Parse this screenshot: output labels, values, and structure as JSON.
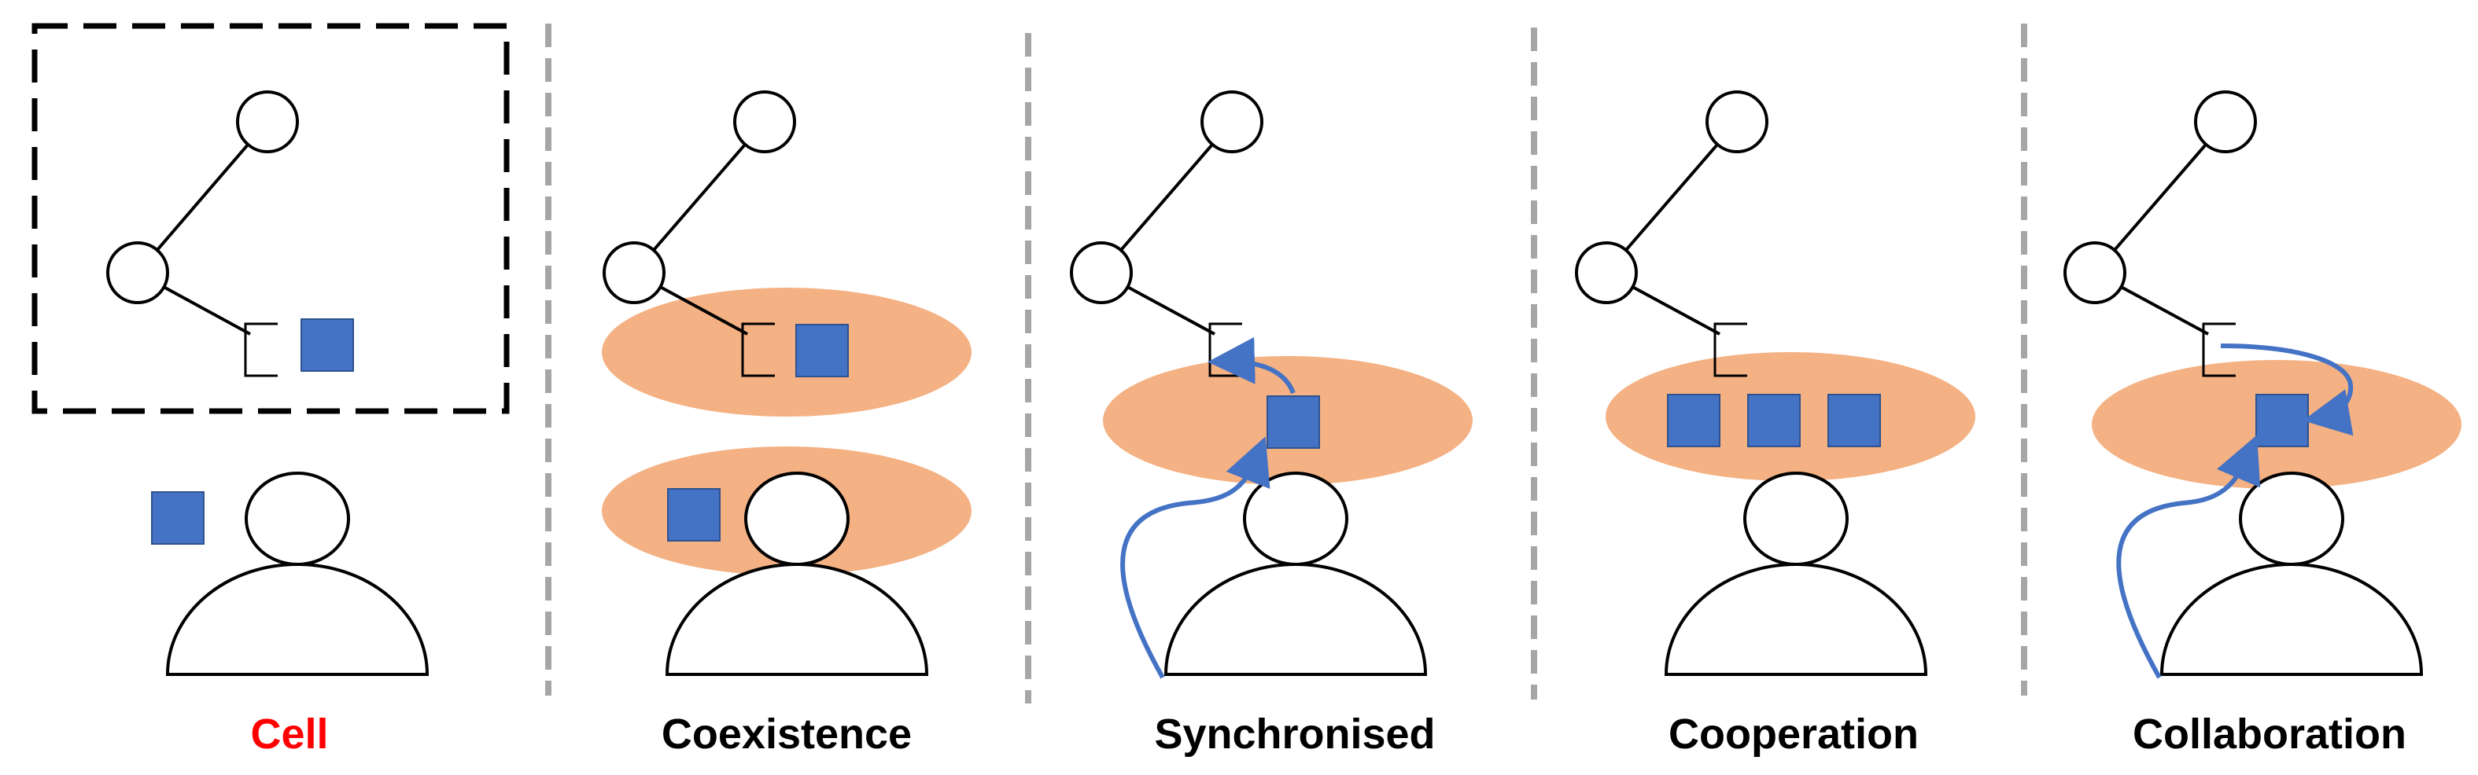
{
  "colors": {
    "zone": "#f4b183",
    "part": "#4472c4",
    "arrow": "#4472c4",
    "outline": "#000000",
    "divider": "#a6a6a6",
    "label_highlight": "#ff0000",
    "label_default": "#000000"
  },
  "panels": [
    {
      "id": "cell",
      "label": "Cell"
    },
    {
      "id": "coexistence",
      "label": "Coexistence"
    },
    {
      "id": "synchronised",
      "label": "Synchronised"
    },
    {
      "id": "cooperation",
      "label": "Cooperation"
    },
    {
      "id": "collaboration",
      "label": "Collaboration"
    }
  ]
}
